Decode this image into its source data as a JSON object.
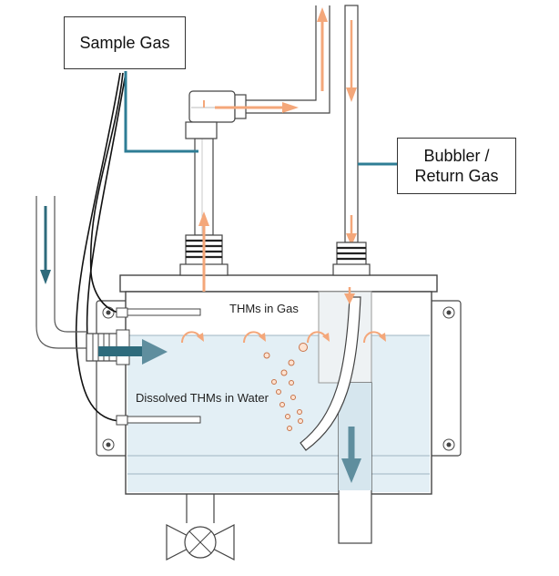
{
  "labels": {
    "sample_gas": "Sample Gas",
    "bubbler_line1": "Bubbler /",
    "bubbler_line2": "Return Gas",
    "thms_in_gas": "THMs in Gas",
    "dissolved_thms": "Dissolved THMs in Water"
  },
  "colors": {
    "gas_flow": "#f4a77a",
    "water_flow": "#2e6b7c",
    "sample_line": "#2e7d95",
    "water": "#e3eff5",
    "outline": "#444444"
  }
}
